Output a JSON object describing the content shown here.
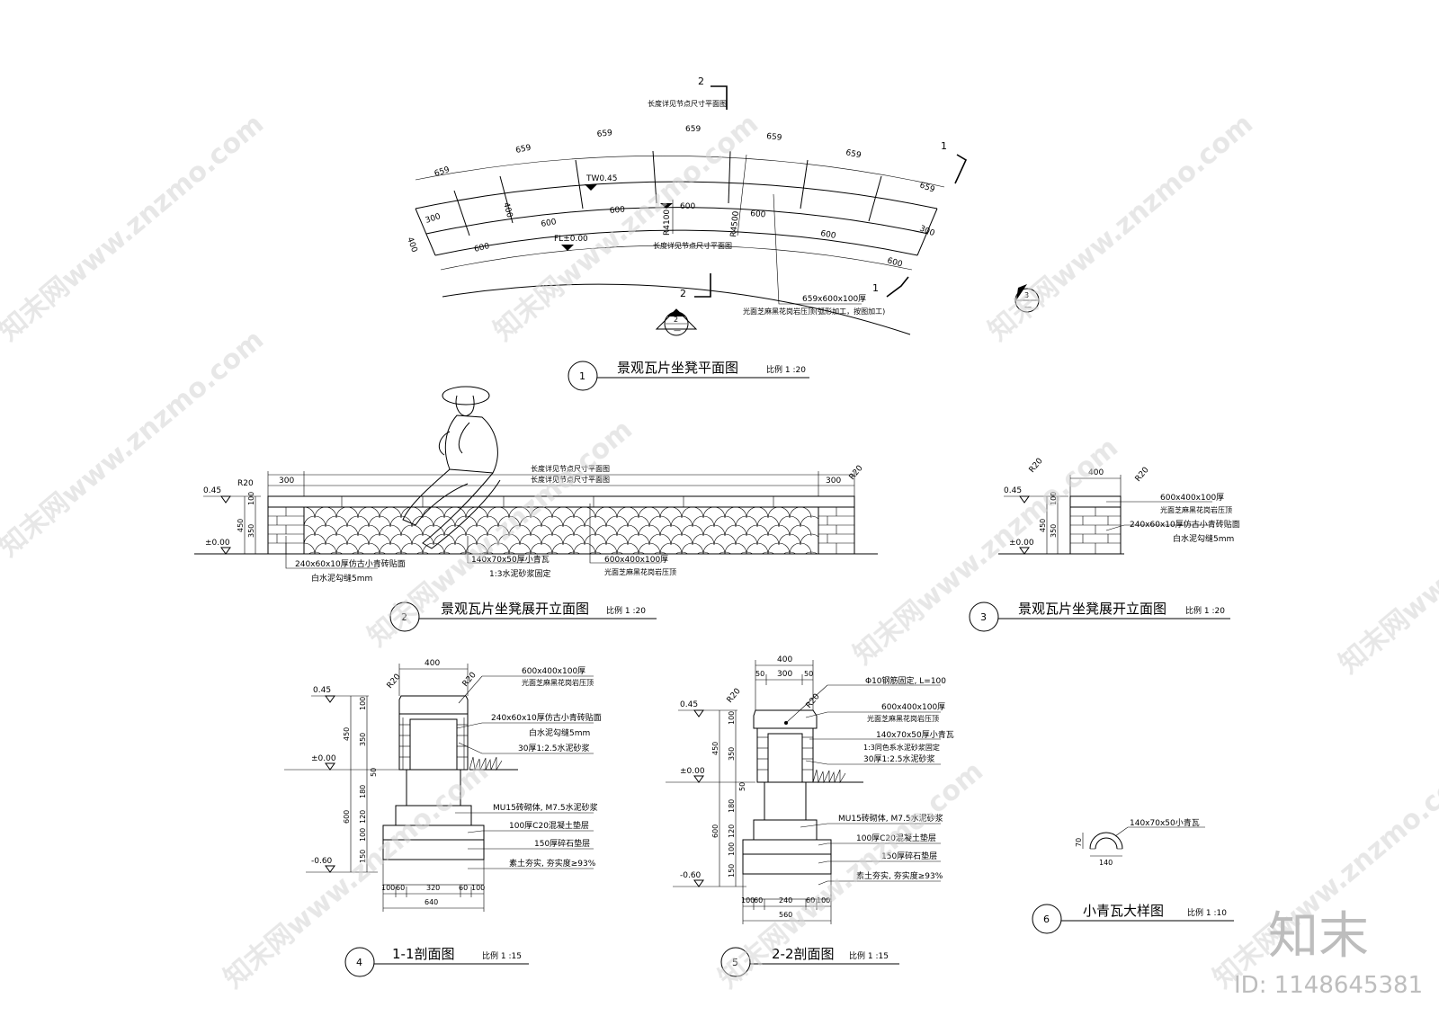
{
  "views": {
    "v1": {
      "num": "1",
      "title": "景观瓦片坐凳平面图",
      "scale": "比例  1 :20"
    },
    "v2": {
      "num": "2",
      "title": "景观瓦片坐凳展开立面图",
      "scale": "比例  1 :20"
    },
    "v3": {
      "num": "3",
      "title": "景观瓦片坐凳展开立面图",
      "scale": "比例  1 :20"
    },
    "v4": {
      "num": "4",
      "title": "1-1剖面图",
      "scale": "比例  1 :15"
    },
    "v5": {
      "num": "5",
      "title": "2-2剖面图",
      "scale": "比例  1 :15"
    },
    "v6": {
      "num": "6",
      "title": "小青瓦大样图",
      "scale": "比例  1 :10"
    }
  },
  "plan": {
    "note_top": "长度详见节点尺寸平面图",
    "note_bottom": "长度详见节点尺寸平面图",
    "dim_659": "659",
    "dim_600": "600",
    "dim_300": "300",
    "dim_400": "400",
    "two": "TW0.45",
    "fl": "FL±0.00",
    "r4100": "R4100",
    "r4500": "R4500",
    "tile_spec": "659x600x100厚",
    "tile_note": "光面芝麻黑花岗岩压顶(弧形加工，按图加工)",
    "sec1": "1",
    "sec2": "2",
    "idx2_top": "2",
    "idx2_bot": "—",
    "idx3_top": "3",
    "idx3_bot": "—"
  },
  "elev": {
    "lvl_045": "0.45",
    "lvl_000": "±0.00",
    "r20": "R20",
    "d300": "300",
    "d100": "100",
    "d350": "350",
    "d450": "450",
    "note": "长度详见节点尺寸平面图",
    "brick": "240x60x10厚仿古小青砖贴面",
    "joint": "白水泥勾缝5mm",
    "tile": "140x70x50厚小青瓦",
    "mortar": "1:3水泥砂浆固定",
    "cap": "600x400x100厚",
    "cap_note": "光面芝麻黑花岗岩压顶"
  },
  "elev3": {
    "d400": "400",
    "cap": "600x400x100厚",
    "cap_note": "光面芝麻黑花岗岩压顶",
    "brick": "240x60x10厚仿古小青砖贴面",
    "joint": "白水泥勾缝5mm"
  },
  "sec1": {
    "d400": "400",
    "lvl_045": "0.45",
    "lvl_000": "±0.00",
    "lvl_060": "-0.60",
    "cap": "600x400x100厚",
    "cap_note": "光面芝麻黑花岗岩压顶",
    "brick": "240x60x10厚仿古小青砖贴面",
    "joint": "白水泥勾缝5mm",
    "mortar30": "30厚1:2.5水泥砂浆",
    "mu15": "MU15砖砌体, M7.5水泥砂浆",
    "c20": "100厚C20混凝土垫层",
    "gravel": "150厚碎石垫层",
    "soil": "素土夯实, 夯实度≥93%",
    "v": [
      "100",
      "350",
      "450",
      "50",
      "180",
      "600",
      "120",
      "100",
      "150"
    ],
    "b": [
      "100",
      "60",
      "320",
      "60",
      "100"
    ],
    "total": "640"
  },
  "sec2": {
    "d400": "400",
    "d50a": "50",
    "d300": "300",
    "d50b": "50",
    "lvl_045": "0.45",
    "lvl_000": "±0.00",
    "lvl_060": "-0.60",
    "rebar": "Φ10钢筋固定, L=100",
    "cap": "600x400x100厚",
    "cap_note": "光面芝麻黑花岗岩压顶",
    "tile": "140x70x50厚小青瓦",
    "mortar13": "1:3同色系水泥砂浆固定",
    "mortar30": "30厚1:2.5水泥砂浆",
    "mu15": "MU15砖砌体, M7.5水泥砂浆",
    "c20": "100厚C20混凝土垫层",
    "gravel": "150厚碎石垫层",
    "soil": "素土夯实, 夯实度≥93%",
    "v": [
      "100",
      "350",
      "450",
      "50",
      "180",
      "600",
      "120",
      "100",
      "150"
    ],
    "b": [
      "100",
      "60",
      "240",
      "60",
      "100"
    ],
    "total": "560"
  },
  "detail6": {
    "spec": "140x70x50小青瓦",
    "h": "70",
    "w": "140"
  },
  "watermark": {
    "text": "知末网www.znzmo.com",
    "brand": "知末",
    "id": "ID: 1148645381"
  }
}
